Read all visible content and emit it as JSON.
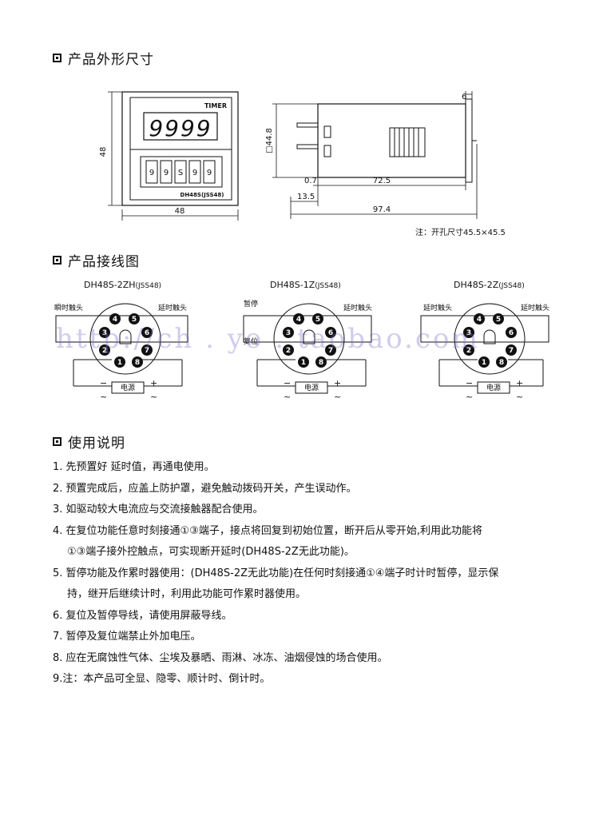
{
  "sections": {
    "dimensions": {
      "title": "产品外形尺寸"
    },
    "wiring": {
      "title": "产品接线图"
    },
    "usage": {
      "title": "使用说明"
    }
  },
  "front_view": {
    "label_timer": "TIMER",
    "display_digits": "9999",
    "dial_digits": [
      "9",
      "9",
      "S",
      "9",
      "9"
    ],
    "model": "DH48S(JSS48)",
    "dim_height": "48",
    "dim_width": "48"
  },
  "side_view": {
    "dim_depth_top": "6",
    "dim_panel": "□44.8",
    "dim_07": "0.7",
    "dim_725": "72.5",
    "dim_135": "13.5",
    "dim_974": "97.4"
  },
  "note": "注：开孔尺寸45.5×45.5",
  "wiring_diagrams": [
    {
      "model": "DH48S-2ZH",
      "suffix": "(JSS48)",
      "left_label": "瞬时触头",
      "right_label": "延时触头",
      "power": "电源",
      "minus": "−",
      "plus": "+",
      "ac": "~"
    },
    {
      "model": "DH48S-1Z",
      "suffix": "(JSS48)",
      "left_label": "暂停",
      "left_label2": "复位",
      "right_label": "延时触头",
      "power": "电源",
      "minus": "−",
      "plus": "+",
      "ac": "~"
    },
    {
      "model": "DH48S-2Z",
      "suffix": "(JSS48)",
      "left_label": "延时触头",
      "right_label": "延时触头",
      "power": "电源",
      "minus": "−",
      "plus": "+",
      "ac": "~"
    }
  ],
  "pins": [
    "1",
    "2",
    "3",
    "4",
    "5",
    "6",
    "7",
    "8"
  ],
  "watermark": "http://ch . yo . taobao.com",
  "instructions": [
    "1. 先预置好 延时值，再通电使用。",
    "2. 预置完成后，应盖上防护罩，避免触动拨码开关，产生误动作。",
    "3. 如驱动较大电流应与交流接触器配合使用。",
    "4. 在复位功能任意时刻接通①③端子，接点将回复到初始位置，断开后从零开始,利用此功能将",
    "①③端子接外控触点，可实现断开延时(DH48S-2Z无此功能)。",
    "5. 暂停功能及作累时器使用：(DH48S-2Z无此功能)在任何时刻接通①④端子时计时暂停，显示保",
    "持，继开后继续计时，利用此功能可作累时器使用。",
    "6. 复位及暂停导线，请使用屏蔽导线。",
    "7. 暂停及复位端禁止外加电压。",
    "8. 应在无腐蚀性气体、尘埃及暴晒、雨淋、冰冻、油烟侵蚀的场合使用。",
    "9.注：本产品可全显、隐零、顺计时、倒计时。"
  ]
}
